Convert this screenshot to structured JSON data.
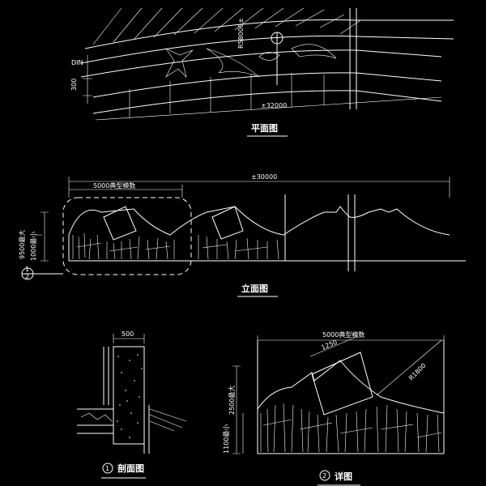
{
  "views": {
    "plan": {
      "title": "平面图",
      "dim_arc_length": "±32000",
      "dim_offset": "300",
      "dim_side": "DIN",
      "dim_radius": "R58000±"
    },
    "elevation": {
      "title": "立面图",
      "dim_total": "±30000",
      "dim_typical": "5000典型模数",
      "dim_height_max": "9500最大",
      "dim_height_min": "1000最小",
      "callout_1": "1",
      "callout_2": "2"
    },
    "section": {
      "number": "1",
      "title": "剖面图",
      "dim_width": "500"
    },
    "detail": {
      "number": "2",
      "title": "详图",
      "dim_module": "5000典型模数",
      "dim_panel": "1250",
      "dim_height_max": "2500最大",
      "dim_height_min": "1100最小",
      "dim_radius": "R1800"
    }
  },
  "colors": {
    "background": "#000000",
    "linework": "#ffffff"
  }
}
